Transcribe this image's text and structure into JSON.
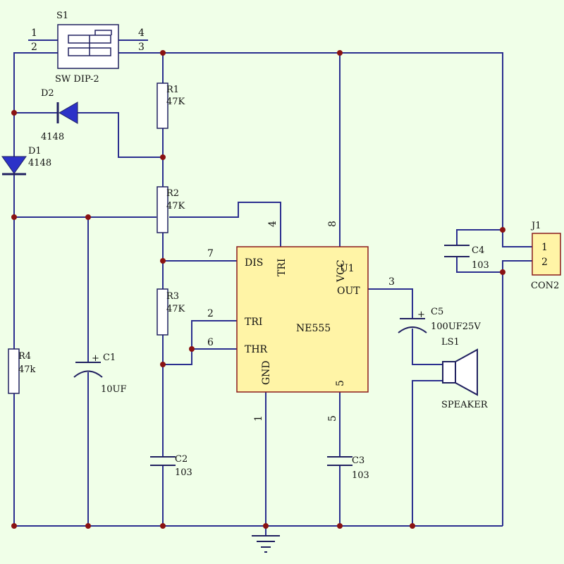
{
  "colors": {
    "background": "#f0ffe8",
    "wire": "#2b2f8f",
    "junction": "#8a1212",
    "component": "#202060",
    "chip_fill": "#fff4a6",
    "chip_border": "#8a1a1a",
    "text": "#101010"
  },
  "components": {
    "s1": {
      "ref": "S1",
      "value": "SW DIP-2",
      "pins": [
        "1",
        "2",
        "4",
        "3"
      ]
    },
    "d2": {
      "ref": "D2",
      "value": "4148"
    },
    "d1": {
      "ref": "D1",
      "value": "4148"
    },
    "r1": {
      "ref": "R1",
      "value": "47K"
    },
    "r2": {
      "ref": "R2",
      "value": "47K"
    },
    "r3": {
      "ref": "R3",
      "value": "47K"
    },
    "r4": {
      "ref": "R4",
      "value": "47k"
    },
    "c1": {
      "ref": "C1",
      "value": "10UF",
      "polarity": "+"
    },
    "c2": {
      "ref": "C2",
      "value": "103"
    },
    "c3": {
      "ref": "C3",
      "value": "103"
    },
    "c4": {
      "ref": "C4",
      "value": "103"
    },
    "c5": {
      "ref": "C5",
      "value": "100UF25V",
      "polarity": "+"
    },
    "ls1": {
      "ref": "LS1",
      "value": "SPEAKER"
    },
    "j1": {
      "ref": "J1",
      "value": "CON2",
      "pins": [
        "1",
        "2"
      ]
    },
    "u1": {
      "ref": "U1",
      "value": "NE555",
      "pin_names": {
        "dis": "DIS",
        "tri_top": "TRI",
        "vcc": "VCC",
        "out": "OUT",
        "tri": "TRI",
        "thr": "THR",
        "gnd": "GND",
        "ctrl": "5"
      },
      "pin_numbers": {
        "reset": "4",
        "vcc": "8",
        "dis": "7",
        "out": "3",
        "tri": "2",
        "thr": "6",
        "gnd": "1",
        "ctrl": "5"
      }
    }
  }
}
